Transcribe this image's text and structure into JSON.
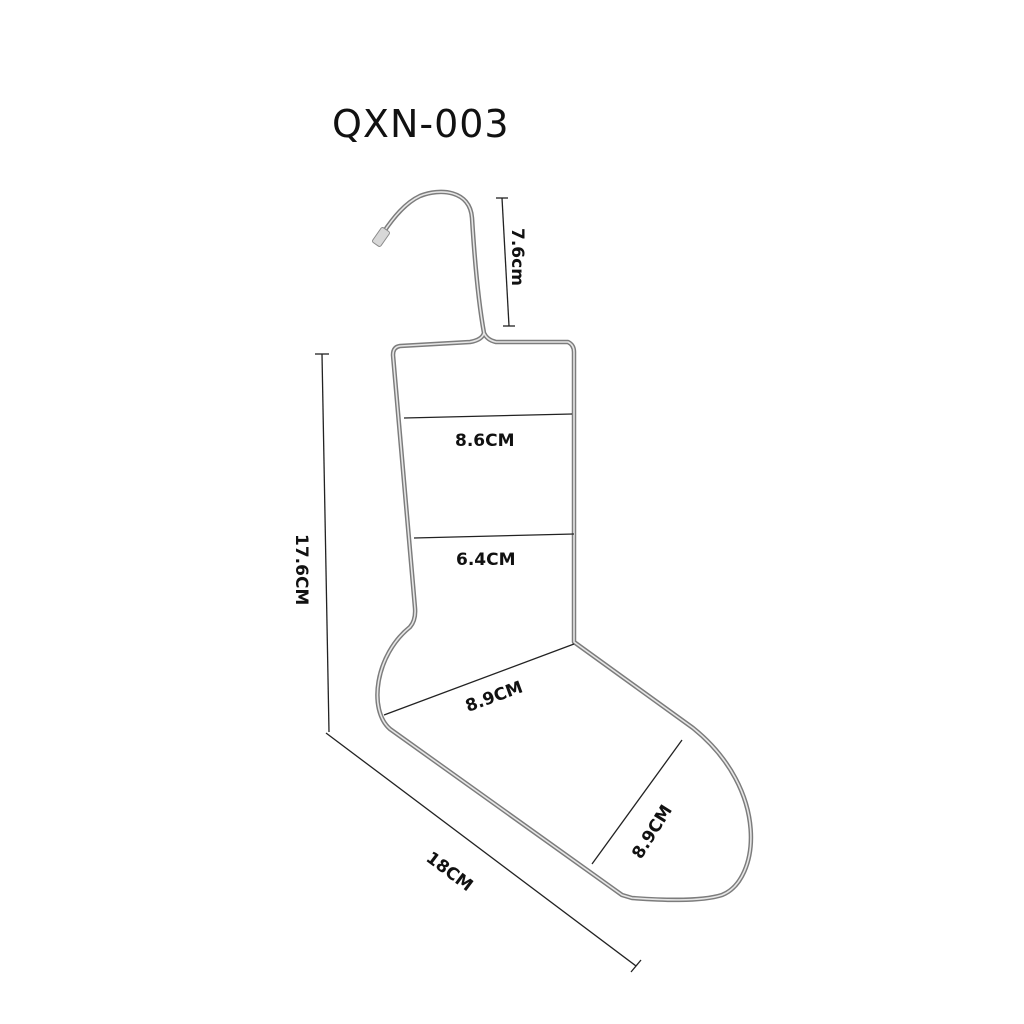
{
  "title": "QXN-003",
  "colors": {
    "wire": "#7c7c7c",
    "wire_highlight": "#e6e6e6",
    "text": "#111111",
    "dimension_line": "#222222",
    "background": "#ffffff"
  },
  "dimensions": {
    "hook_height": "7.6cm",
    "total_height": "17.6CM",
    "total_length": "18CM",
    "leg_upper_width": "8.6CM",
    "leg_lower_width": "6.4CM",
    "heel_width": "8.9CM",
    "foot_width": "8.9CM"
  }
}
